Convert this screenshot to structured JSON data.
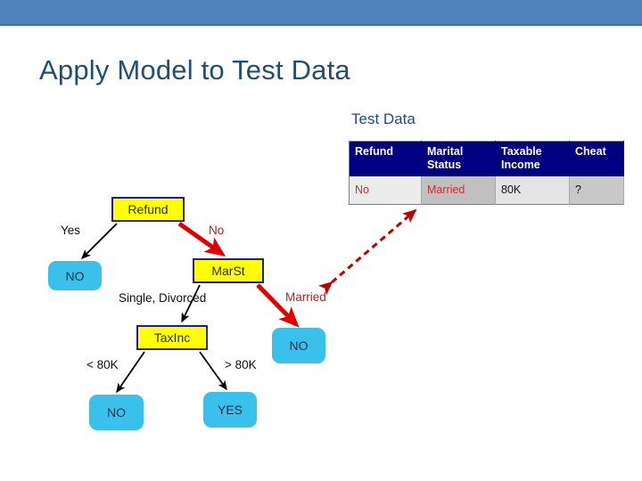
{
  "slide": {
    "title": "Apply Model to Test Data",
    "accent_bar_color": "#4f81bd",
    "title_color": "#1f4e79"
  },
  "test_data": {
    "caption": "Test Data",
    "columns": [
      "Refund",
      "Marital Status",
      "Taxable Income",
      "Cheat"
    ],
    "columns_split": [
      {
        "line1": "Refund",
        "line2": ""
      },
      {
        "line1": "Marital",
        "line2": "Status"
      },
      {
        "line1": "Taxable",
        "line2": "Income"
      },
      {
        "line1": "Cheat",
        "line2": ""
      }
    ],
    "rows": [
      {
        "refund": "No",
        "marital_status": "Married",
        "taxable_income": "80K",
        "cheat": "?"
      }
    ],
    "header_bg": "#000080",
    "header_fg": "#ffffff",
    "value_highlight_color": "#d42b2b"
  },
  "tree": {
    "decision_nodes": [
      {
        "id": "refund",
        "label": "Refund"
      },
      {
        "id": "marst",
        "label": "MarSt"
      },
      {
        "id": "taxinc",
        "label": "TaxInc"
      }
    ],
    "leaf_nodes": [
      {
        "id": "leaf-no-refund-yes",
        "label": "NO"
      },
      {
        "id": "leaf-no-married",
        "label": "NO"
      },
      {
        "id": "leaf-no-lt80k",
        "label": "NO"
      },
      {
        "id": "leaf-yes-gt80k",
        "label": "YES"
      }
    ],
    "edge_labels": [
      {
        "id": "yes",
        "label": "Yes",
        "color": "black"
      },
      {
        "id": "no",
        "label": "No",
        "color": "red"
      },
      {
        "id": "single-divorced",
        "label": "Single, Divorced",
        "color": "black"
      },
      {
        "id": "married",
        "label": "Married",
        "color": "red"
      },
      {
        "id": "lt-80k",
        "label": "< 80K",
        "color": "black"
      },
      {
        "id": "gt-80k",
        "label": "> 80K",
        "color": "black"
      }
    ],
    "node_fill": "#ffff00",
    "node_border": "#1f1f8f",
    "leaf_fill": "#39c1ec",
    "active_path_color": "#e00000"
  }
}
